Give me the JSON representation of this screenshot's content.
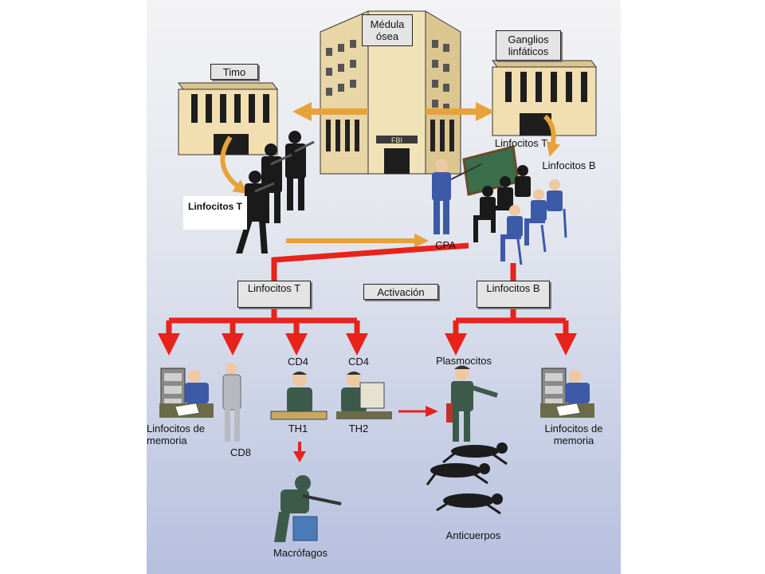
{
  "labels": {
    "medula": "Médula ósea",
    "timo": "Timo",
    "ganglios": "Ganglios linfáticos",
    "linfT_top": "Linfocitos T",
    "linfB_top": "Linfocitos B",
    "linfT_left": "Linfocitos T",
    "cpa": "CPA",
    "activacion": "Activación",
    "linfT_box": "Linfocitos T",
    "linfB_box": "Linfocitos B",
    "cd4_1": "CD4",
    "cd4_2": "CD4",
    "plasmocitos": "Plasmocitos",
    "mem_left": "Linfocitos de memoria",
    "cd8": "CD8",
    "th1": "TH1",
    "th2": "TH2",
    "mem_right": "Linfocitos de memoria",
    "macrofagos": "Macrófagos",
    "anticuerpos": "Anticuerpos",
    "fbi_sign": "FBI"
  },
  "colors": {
    "orange_arrow": "#e8a23a",
    "red_arrow": "#e8231c",
    "building": "#f0dcb0",
    "agent": "#1a1a1a",
    "officer": "#3d5aa8",
    "soldier": "#3c5a4a",
    "dog": "#1c1c1c"
  }
}
